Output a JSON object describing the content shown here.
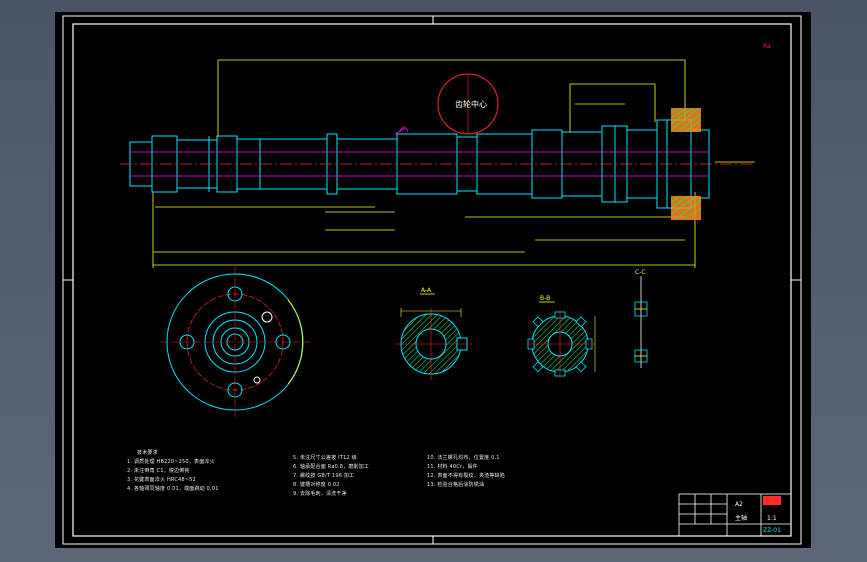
{
  "drawing": {
    "marker": "Ra",
    "section_labels": [
      "A-A",
      "B-B",
      "C-C"
    ],
    "tooth_label": "齿轮中心",
    "colors": {
      "background": "#000000",
      "frame": "#ffffff",
      "outline": "#00e5ff",
      "dimension": "#ffff00",
      "center_line": "#ff2a2a",
      "hidden": "#ff00ff",
      "hatch": "#00ff66"
    }
  },
  "notes": {
    "title": "技术要求",
    "col1": [
      "1. 调质处理 HB220~250，表面淬火",
      "2. 未注倒角 C1，锐边倒钝",
      "3. 花键表面淬火 HRC48~52",
      "4. 各轴颈同轴度 0.01，端面跳动 0.01"
    ],
    "col2": [
      "5. 未注尺寸公差按 IT12 级",
      "6. 轴承配合面 Ra0.8，磨削加工",
      "7. 螺纹按 GB/T 196 加工",
      "8. 键槽对称度 0.02",
      "9. 去除毛刺，清洗干净"
    ],
    "col3": [
      "10. 法兰螺孔均布，位置度 0.1",
      "11. 材料 40Cr，锻件",
      "12. 表面不得有裂纹、夹渣等缺陷",
      "13. 检验合格后涂防锈油"
    ]
  },
  "title_block": {
    "part_name": "主轴",
    "scale": "1:1",
    "sheet": "A2",
    "drawing_no": "ZZ-01"
  }
}
